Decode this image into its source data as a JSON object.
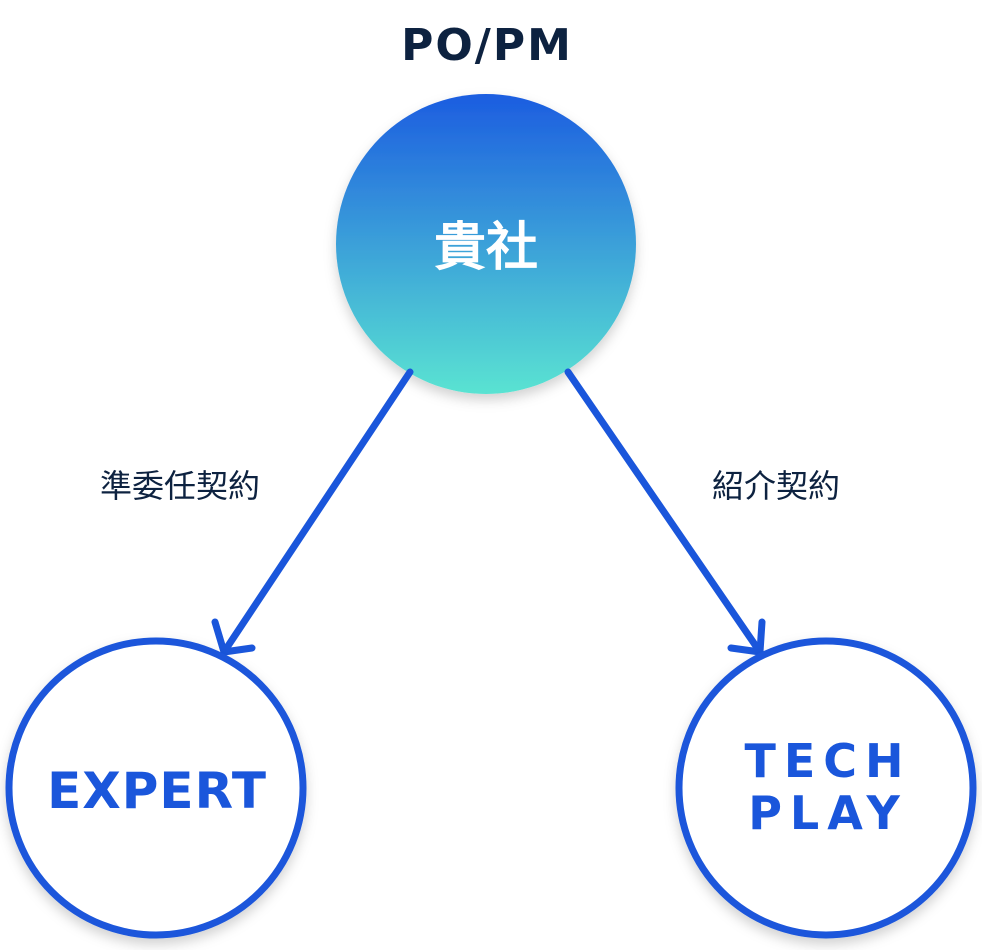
{
  "header": {
    "title": "PO/PM"
  },
  "nodes": {
    "client": {
      "label": "貴社"
    },
    "expert": {
      "label": "EXPERT"
    },
    "techplay": {
      "line1": "TECH",
      "line2": "PLAY"
    }
  },
  "edges": {
    "left": {
      "label": "準委任契約"
    },
    "right": {
      "label": "紹介契約"
    }
  },
  "colors": {
    "primary": "#1a56db",
    "title": "#0d2240",
    "gradient_top": "#1c5de0",
    "gradient_bottom": "#5ae3d2",
    "label_text": "#0d2240",
    "node_text": "#ffffff"
  }
}
